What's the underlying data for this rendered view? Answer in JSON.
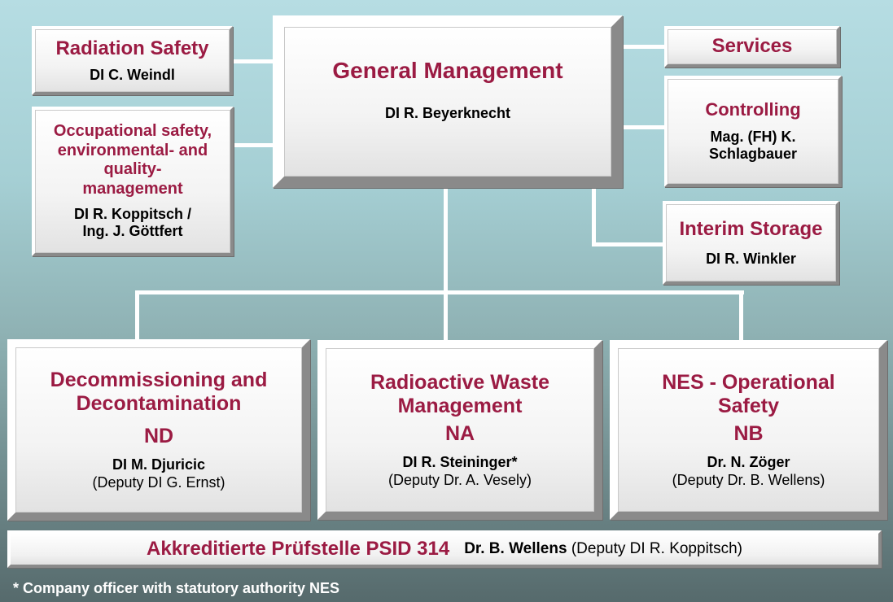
{
  "general_management": {
    "title": "General Management",
    "person": "DI R. Beyerknecht"
  },
  "radiation_safety": {
    "title": "Radiation Safety",
    "person": "DI C. Weindl"
  },
  "occupational_safety": {
    "title_lines": [
      "Occupational safety,",
      "environmental- and",
      "quality-",
      "management"
    ],
    "person_lines": [
      "DI R. Koppitsch /",
      "Ing. J. Göttfert"
    ]
  },
  "services": {
    "title": "Services"
  },
  "controlling": {
    "title": "Controlling",
    "person_lines": [
      "Mag. (FH) K.",
      "Schlagbauer"
    ]
  },
  "interim_storage": {
    "title": "Interim Storage",
    "person": "DI R. Winkler"
  },
  "decommissioning": {
    "title_lines": [
      "Decommissioning and",
      "Decontamination"
    ],
    "code": "ND",
    "person": "DI M. Djuricic",
    "deputy": "(Deputy DI G. Ernst)"
  },
  "radioactive_waste": {
    "title_lines": [
      "Radioactive Waste",
      "Management"
    ],
    "code": "NA",
    "person": "DI R. Steininger*",
    "deputy": "(Deputy Dr. A. Vesely)"
  },
  "nes_operational_safety": {
    "title_lines": [
      "NES - Operational",
      "Safety"
    ],
    "code": "NB",
    "person": "Dr. N. Zöger",
    "deputy": "(Deputy Dr. B. Wellens)"
  },
  "test_lab": {
    "title": "Akkreditierte Prüfstelle PSID 314",
    "person": "Dr. B. Wellens",
    "deputy": "(Deputy DI R. Koppitsch)"
  },
  "footnote": "* Company officer with statutory authority NES",
  "colors": {
    "accent": "#9b1b43",
    "text": "#000000",
    "footnote": "#ffffff"
  }
}
